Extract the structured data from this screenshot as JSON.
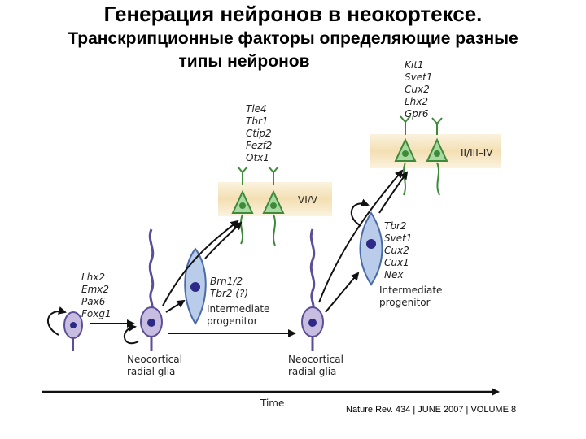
{
  "title": {
    "line1": "Генерация нейронов в  неокортексе.",
    "line2": "Транскрипционные факторы определяющие разные",
    "line3": "типы нейронов"
  },
  "upper_layer": {
    "label": "II/III–IV",
    "genes": [
      "Kit1",
      "Svet1",
      "Cux2",
      "Lhx2",
      "Gpr6"
    ]
  },
  "deep_layer": {
    "label": "VI/V",
    "genes": [
      "Tle4",
      "Tbr1",
      "Ctip2",
      "Fezf2",
      "Otx1"
    ]
  },
  "progenitor_genes": [
    "Lhx2",
    "Emx2",
    "Pax6",
    "Foxg1"
  ],
  "intermediate_left": {
    "genes": [
      "Brn1/2",
      "Tbr2 (?)"
    ],
    "label1": "Intermediate",
    "label2": "progenitor"
  },
  "intermediate_right": {
    "genes": [
      "Tbr2",
      "Svet1",
      "Cux2",
      "Cux1",
      "Nex"
    ],
    "label1": "Intermediate",
    "label2": "progenitor"
  },
  "radial_glia_left": {
    "label1": "Neocortical",
    "label2": "radial glia"
  },
  "radial_glia_right": {
    "label1": "Neocortical",
    "label2": "radial glia"
  },
  "time_label": "Time",
  "citation": "Nature.Rev. 434 | JUNE 2007 | VOLUME 8",
  "colors": {
    "layer_band": "#f6e7c4",
    "pyramidal_fill": "#a9d8a0",
    "pyramidal_stroke": "#3e8a3a",
    "glia_fill": "#c7bde0",
    "glia_stroke": "#5d4e98",
    "progenitor_fill": "#b9cdeb",
    "progenitor_stroke": "#4b6aa8",
    "nucleus": "#2c2a86"
  }
}
